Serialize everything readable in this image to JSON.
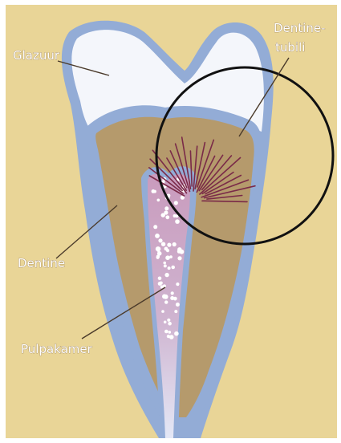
{
  "labels": {
    "enamel": "Glazuur",
    "tubules_line1": "Dentine-",
    "tubules_line2": "tubili",
    "dentine": "Dentine",
    "pulp": "Pulpakamer"
  },
  "colors": {
    "background": "#e9d597",
    "outline": "#93acd6",
    "enamel": "#f4f6fb",
    "dentine": "#b59a6c",
    "pulp": "#c9a6c2",
    "tubules": "#7a2a48",
    "leader": "#4a3a2a",
    "circle": "#111111"
  }
}
